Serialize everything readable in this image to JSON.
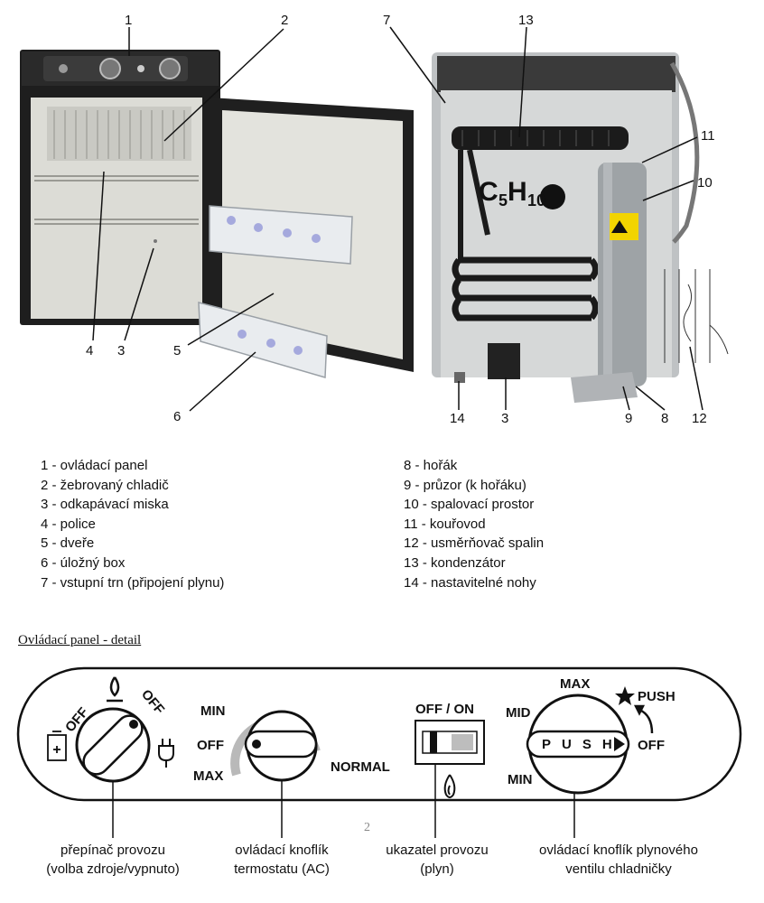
{
  "callouts_left": {
    "n1": "1",
    "n2": "2",
    "n3": "3",
    "n4": "4",
    "n5": "5",
    "n6": "6"
  },
  "callouts_right": {
    "n7": "7",
    "n13": "13",
    "n11": "11",
    "n10": "10",
    "n14": "14",
    "n3": "3",
    "n9": "9",
    "n8": "8",
    "n12": "12"
  },
  "photo_text": {
    "formula_c": "C",
    "formula_5": "5",
    "formula_h": "H",
    "formula_10": "10"
  },
  "legend_left": [
    "1 - ovládací panel",
    "2 - žebrovaný chladič",
    "3 - odkapávací miska",
    "4 - police",
    "5 - dveře",
    "6 - úložný box",
    "7 - vstupní trn (připojení plynu)"
  ],
  "legend_right": [
    "8 - hořák",
    "9 - průzor (k hořáku)",
    "10 - spalovací prostor",
    "11 - kouřovod",
    "12 - usměrňovač spalin",
    "13 - kondenzátor",
    "14 - nastavitelné nohy"
  ],
  "section_title": "Ovládací panel - detail",
  "panel": {
    "selector": {
      "off_left": "OFF",
      "off_right": "OFF"
    },
    "thermostat": {
      "min": "MIN",
      "off": "OFF",
      "max": "MAX",
      "normal": "NORMAL"
    },
    "indicator": {
      "label": "OFF / ON"
    },
    "gas_valve": {
      "max": "MAX",
      "mid": "MID",
      "min": "MIN",
      "off": "OFF",
      "push": "PUSH",
      "knob_text": "PUSH"
    }
  },
  "captions": {
    "selector_l1": "přepínač provozu",
    "selector_l2": "(volba zdroje/vypnuto)",
    "thermostat_l1": "ovládací knoflík",
    "thermostat_l2": "termostatu (AC)",
    "indicator_l1": "ukazatel provozu",
    "indicator_l2": "(plyn)",
    "gas_l1": "ovládací knoflík plynového",
    "gas_l2": "ventilu chladničky"
  },
  "page_number": "2"
}
